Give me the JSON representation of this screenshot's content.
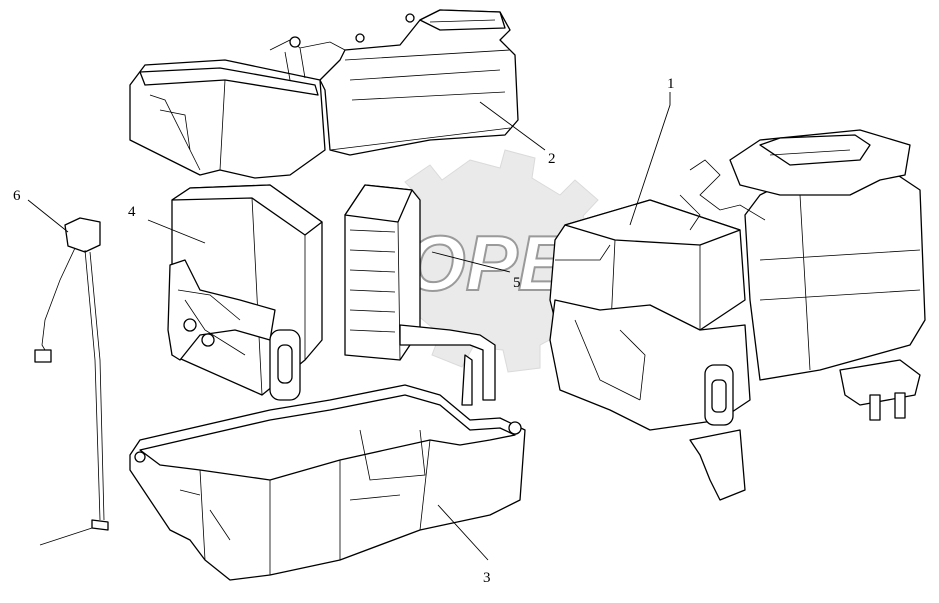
{
  "watermark": {
    "text": "OPEX"
  },
  "callouts": [
    {
      "id": "1",
      "label": "1"
    },
    {
      "id": "2",
      "label": "2"
    },
    {
      "id": "3",
      "label": "3"
    },
    {
      "id": "4",
      "label": "4"
    },
    {
      "id": "5",
      "label": "5"
    },
    {
      "id": "6",
      "label": "6"
    }
  ]
}
